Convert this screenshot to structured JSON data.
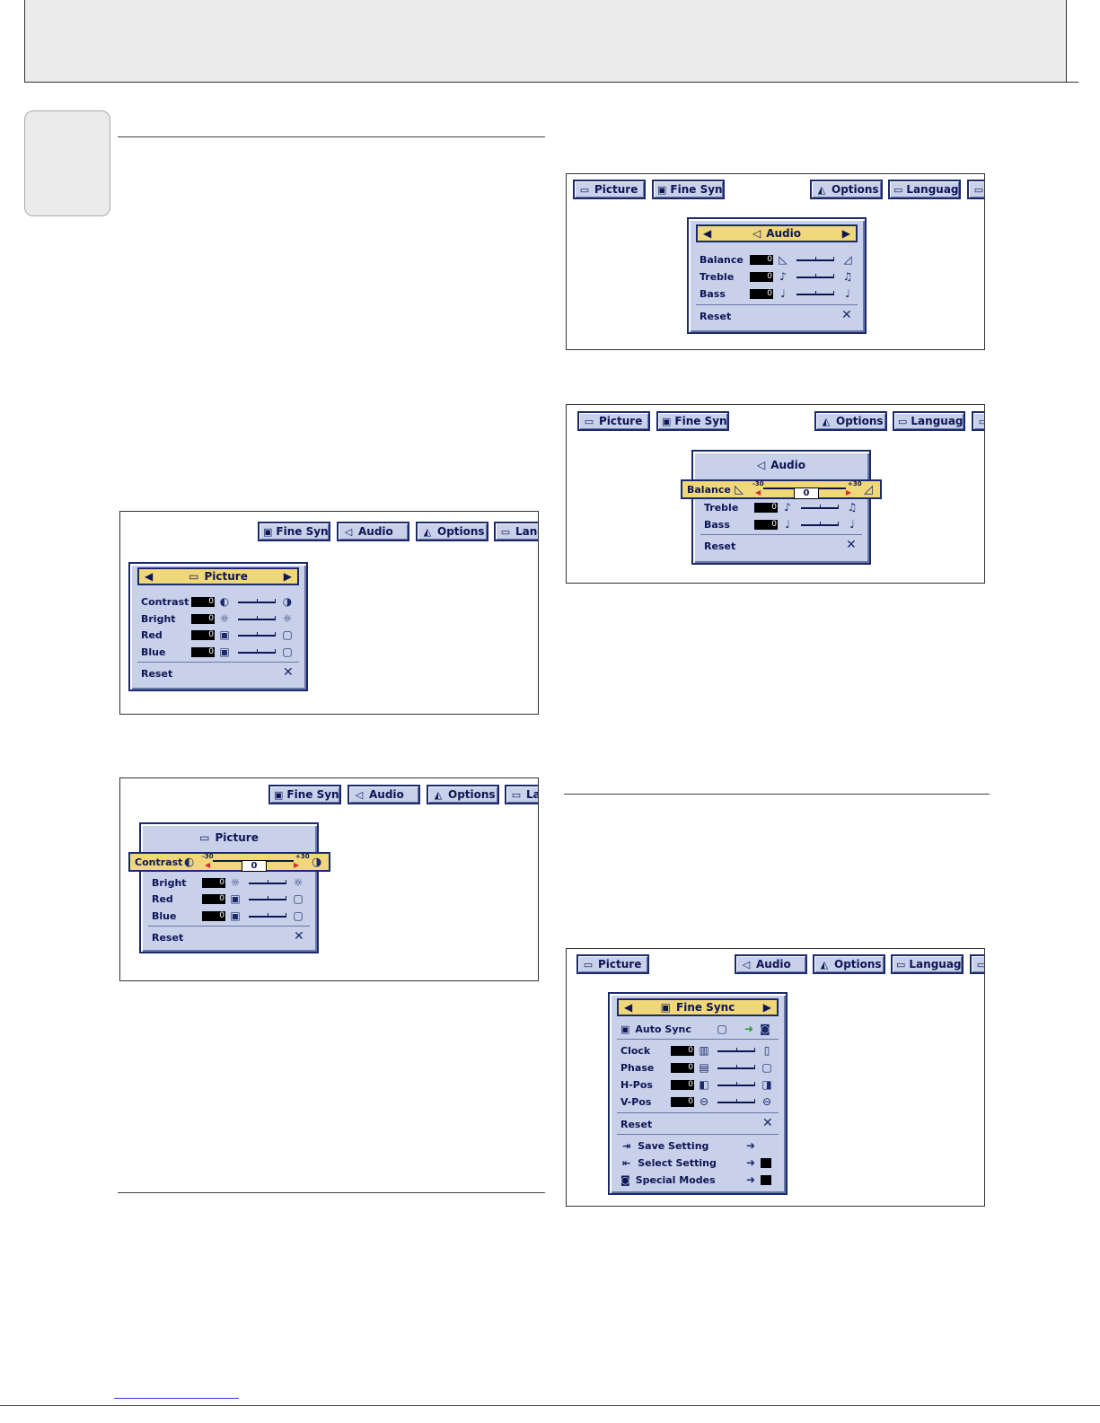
{
  "picture_tab": "Picture",
  "finesync_tab": "Fine Sync",
  "audio_tab": "Audio",
  "options_tab": "Options",
  "language_tab": "Language",
  "language_tab_cut": "Lang",
  "language_tab_cut2": "La",
  "reset_label": "Reset",
  "reset_icon": "close-icon",
  "zero": "0",
  "min": "-30",
  "max": "+30",
  "picture_menu": {
    "title": "Picture",
    "items": [
      {
        "label": "Contrast",
        "value": "0"
      },
      {
        "label": "Bright",
        "value": "0"
      },
      {
        "label": "Red",
        "value": "0"
      },
      {
        "label": "Blue",
        "value": "0"
      }
    ]
  },
  "audio_menu": {
    "title": "Audio",
    "items": [
      {
        "label": "Balance",
        "value": "0"
      },
      {
        "label": "Treble",
        "value": "0"
      },
      {
        "label": "Bass",
        "value": "0"
      }
    ]
  },
  "finesync_menu": {
    "title": "Fine Sync",
    "auto_sync": "Auto Sync",
    "items": [
      {
        "label": "Clock",
        "value": "0"
      },
      {
        "label": "Phase",
        "value": "0"
      },
      {
        "label": "H-Pos",
        "value": "0"
      },
      {
        "label": "V-Pos",
        "value": "0"
      }
    ],
    "links": [
      {
        "label": "Save Setting"
      },
      {
        "label": "Select Setting"
      },
      {
        "label": "Special Modes"
      }
    ]
  }
}
